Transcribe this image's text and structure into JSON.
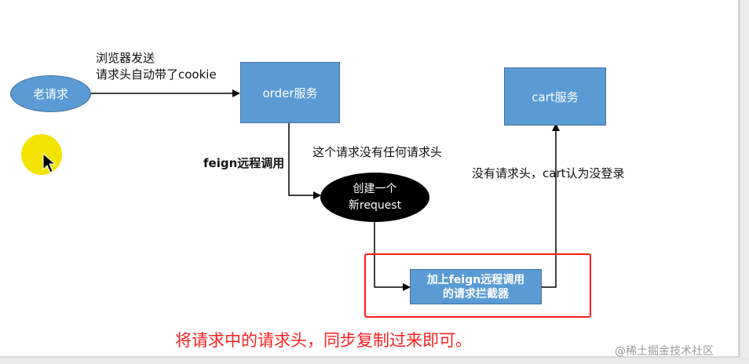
{
  "nodes": {
    "old_request": "老请求",
    "order_service": "order服务",
    "cart_service": "cart服务",
    "new_request_line1": "创建一个",
    "new_request_line2": "新request",
    "interceptor_line1": "加上feign远程调用",
    "interceptor_line2": "的请求拦截器"
  },
  "labels": {
    "browser_line1": "浏览器发送",
    "browser_line2": "请求头自动带了cookie",
    "feign_call": "feign远程调用",
    "no_headers": "这个请求没有任何请求头",
    "not_logged_in": "没有请求头，cart认为没登录"
  },
  "note": "将请求中的请求头，同步复制过来即可。",
  "watermark": "@稀土掘金技术社区",
  "colors": {
    "box_fill": "#5b9bd5",
    "box_border": "#41719c",
    "highlight": "#ff1a1a",
    "note": "#ff2020",
    "cursor_halo": "#f2e400"
  }
}
